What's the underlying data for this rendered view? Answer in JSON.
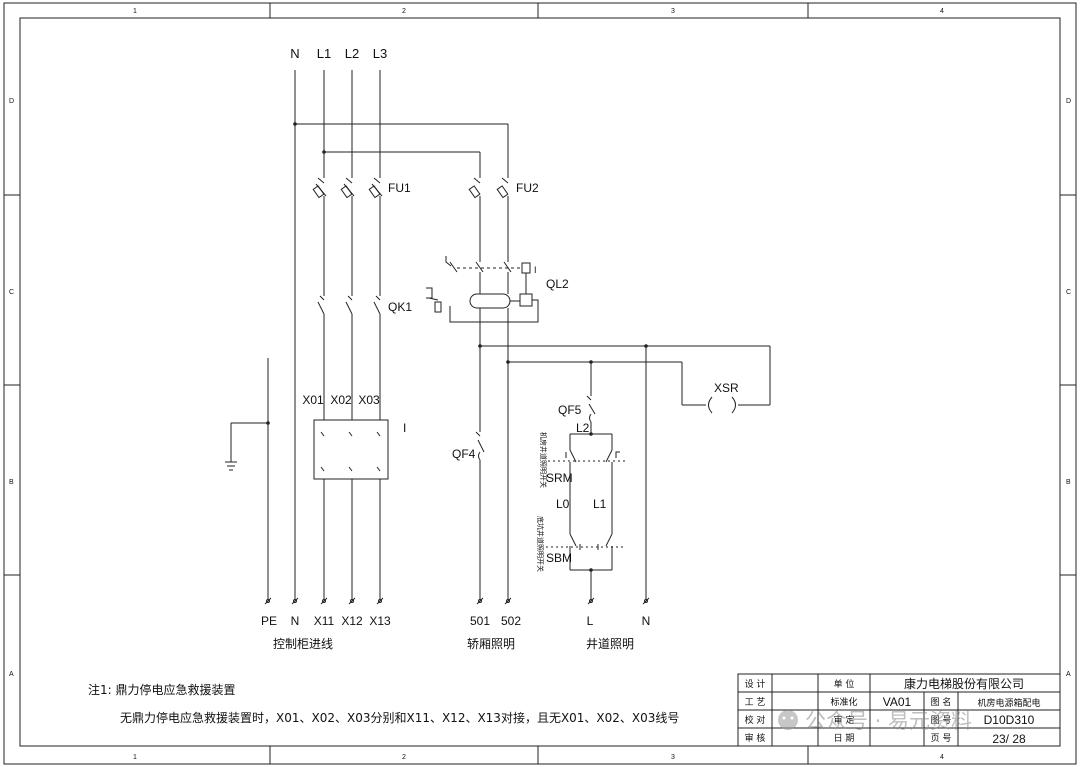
{
  "border": {
    "columns": [
      "1",
      "2",
      "3",
      "4"
    ],
    "rows": [
      "D",
      "C",
      "B",
      "A"
    ]
  },
  "bus": {
    "n": "N",
    "l1": "L1",
    "l2": "L2",
    "l3": "L3"
  },
  "components": {
    "fu1": "FU1",
    "fu2": "FU2",
    "ql2": "QL2",
    "ql2_mark": "I",
    "qk1": "QK1",
    "xsr": "XSR",
    "qf4": "QF4",
    "qf5": "QF5",
    "rescue_mark": "I",
    "srm": "SRM",
    "sbm": "SBM",
    "l2": "L2",
    "l0": "L0",
    "l1": "L1"
  },
  "xo_labels": [
    "X01",
    "X02",
    "X03"
  ],
  "vertical_notes": {
    "srm_note": "机房井道照明开关",
    "sbm_note": "底坑井道照明开关"
  },
  "terminals": {
    "pe": "PE",
    "n": "N",
    "x11": "X11",
    "x12": "X12",
    "x13": "X13",
    "t501": "501",
    "t502": "502",
    "l": "L",
    "n2": "N"
  },
  "groups": {
    "incoming": "控制柜进线",
    "car_light": "轿厢照明",
    "shaft_light": "井道照明"
  },
  "notes": {
    "line1": "注1:  鼎力停电应急救援装置",
    "line2": "无鼎力停电应急救援装置时，X01、X02、X03分别和X11、X12、X13对接，且无X01、X02、X03线号"
  },
  "title_block": {
    "design": "设 计",
    "craft": "工 艺",
    "check": "校 对",
    "audit": "审 核",
    "unit_label": "单 位",
    "unit_value": "康力电梯股份有限公司",
    "std_label": "标准化",
    "std_value": "VA01",
    "drawing_label": "图 名",
    "drawing_value": "机房电源箱配电",
    "approve_label": "审 定",
    "number_label": "图 号",
    "number_value": "D10D310",
    "date_label": "日 期",
    "page_label": "页 号",
    "page_value": "23/ 28"
  },
  "watermark": "公众号 · 易元资料"
}
